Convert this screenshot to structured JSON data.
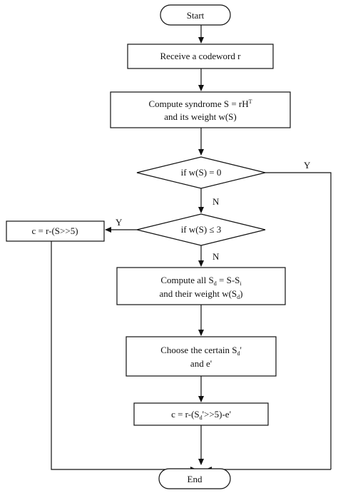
{
  "flowchart": {
    "start": "Start",
    "receive": "Receive a codeword r",
    "syndrome": {
      "line1_prefix": "Compute syndrome S = rH",
      "line1_sup": "T",
      "line2": "and its weight w(S)"
    },
    "decision1": "if w(S) = 0",
    "decision2": "if w(S) ≤ 3",
    "correct_direct": "c = r-(S>>5)",
    "compute_sd": {
      "line1_a": "Compute all S",
      "line1_sub1": "d",
      "line1_b": " = S-S",
      "line1_sub2": "i",
      "line2_a": "and their weight w(S",
      "line2_sub": "d",
      "line2_b": ")"
    },
    "choose": {
      "line1_a": "Choose the certain S",
      "line1_sub": "d",
      "line1_b": "'",
      "line2": "and e'"
    },
    "correct_final": {
      "part_a": "c = r-(S",
      "part_sub": "d",
      "part_b": "'>>5)-e'"
    },
    "end": "End",
    "labels": {
      "yes1": "Y",
      "no1": "N",
      "yes2": "Y",
      "no2": "N"
    }
  }
}
